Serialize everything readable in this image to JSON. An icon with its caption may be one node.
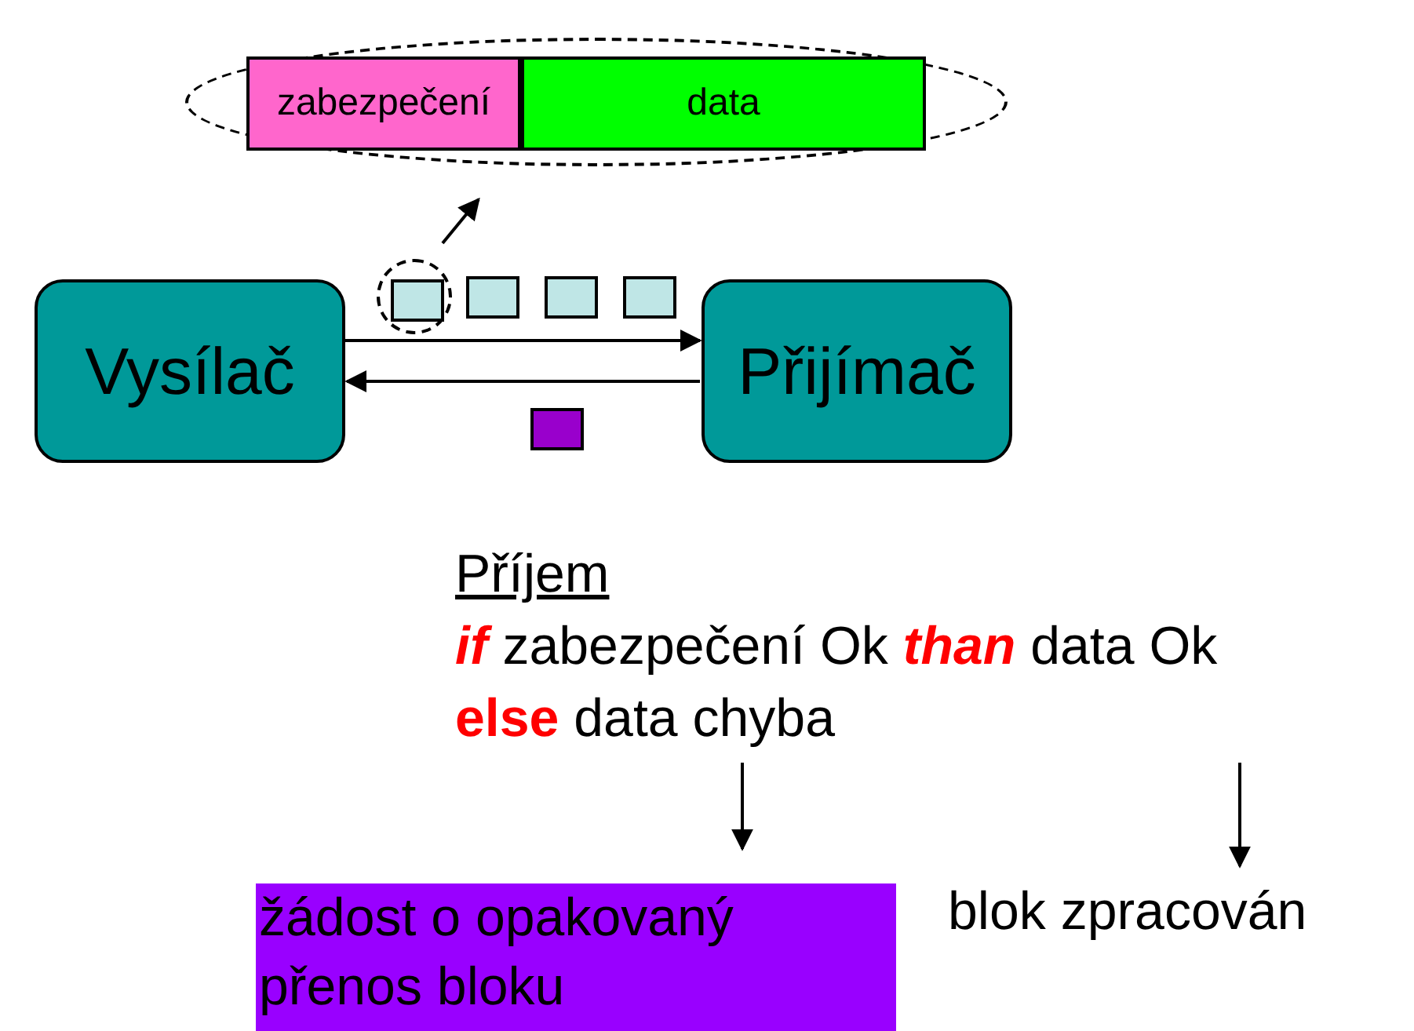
{
  "diagram": {
    "nodes": [
      {
        "text": [],
        "shape": "ellipse"
      },
      {
        "text": [
          "zabezpečení"
        ],
        "in": 0
      },
      {
        "text": [
          "data"
        ],
        "in": 0
      },
      {
        "text": [
          "Vysílač"
        ]
      },
      {
        "text": [
          "Přijímač"
        ]
      },
      {
        "text": [],
        "shape": "circle"
      },
      {
        "text": [],
        "shape": "box",
        "in": 5
      },
      {
        "text": [],
        "shape": "box"
      },
      {
        "text": [],
        "shape": "box"
      },
      {
        "text": [],
        "shape": "box"
      },
      {
        "text": [],
        "shape": "box"
      },
      {
        "text": [
          "Příjem",
          "**if** zabezpečení Ok **than** data Ok",
          "**else** data chyba"
        ]
      },
      {
        "text": [
          "žádost o opakovaný přenos bloku"
        ]
      },
      {
        "text": [
          "blok zpracován"
        ]
      }
    ],
    "edges": [
      {
        "from": 3,
        "to": 4,
        "arrow": "to"
      },
      {
        "from": 4,
        "to": 3,
        "arrow": "to"
      },
      {
        "from": 5,
        "to": 0,
        "arrow": "to"
      },
      {
        "from": 11,
        "to": 12,
        "arrow": "to"
      },
      {
        "from": 11,
        "to": 13,
        "arrow": "to"
      }
    ]
  }
}
